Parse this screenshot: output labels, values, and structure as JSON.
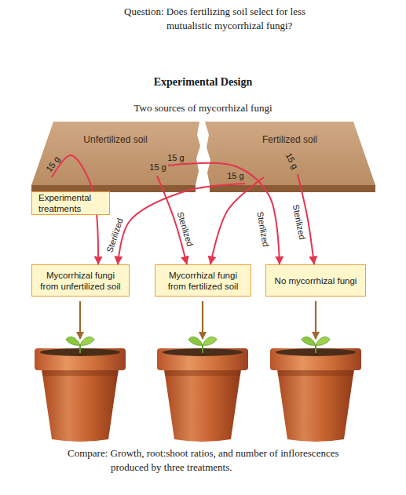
{
  "diagram": {
    "title": "Question: Does fertilizing soil select for less mutualistic mycorrhizal fungi?",
    "caption": "Compare: Growth, root:shoot ratios, and number of inflorescences produced by three treatments.",
    "nodes": [
      {
        "text": [
          "Unfertilized soil"
        ]
      },
      {
        "text": [
          "Fertilized soil"
        ]
      },
      {
        "text": [
          "Mycorrhizal fungi from unfertilized soil"
        ]
      },
      {
        "text": [
          "Mycorrhizal fungi from fertilized soil"
        ]
      },
      {
        "text": [
          "No mycorrhizal fungi"
        ]
      }
    ],
    "edges": [
      {
        "from": 0,
        "to": 2,
        "label": "15 g",
        "arrow": "to"
      },
      {
        "from": 0,
        "to": 3,
        "label": "15 g",
        "arrow": "to"
      },
      {
        "from": 0,
        "to": 4,
        "label": "15 g",
        "arrow": "to"
      },
      {
        "from": 1,
        "to": 2,
        "label": "15 g",
        "arrow": "to"
      },
      {
        "from": 1,
        "to": 3,
        "arrow": "to"
      },
      {
        "from": 1,
        "to": 4,
        "label": "15 g",
        "arrow": "to"
      }
    ],
    "labels": [
      "Experimental Design",
      "Two sources of mycorrhizal fungi",
      "Experimental treatments",
      "Sterilized",
      "Sterilized",
      "Sterilized",
      "Sterilized"
    ]
  }
}
